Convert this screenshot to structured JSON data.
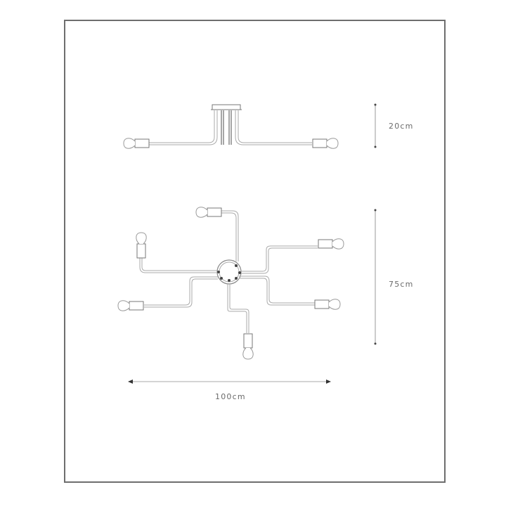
{
  "diagram": {
    "title": "Ceiling lamp dimension drawing",
    "views": [
      {
        "name": "side-view",
        "arms_visible": 2,
        "bulbs_visible": 2
      },
      {
        "name": "top-view",
        "arms": 6,
        "bulbs": 6
      }
    ],
    "dimensions": {
      "height": {
        "label": "20cm",
        "value": 20,
        "unit": "cm"
      },
      "depth": {
        "label": "75cm",
        "value": 75,
        "unit": "cm"
      },
      "width": {
        "label": "100cm",
        "value": 100,
        "unit": "cm"
      }
    },
    "colors": {
      "border": "#6e6e6e",
      "line": "#9a9a9a",
      "dark_line": "#555555",
      "text": "#6a6a6a",
      "background": "#ffffff"
    }
  }
}
